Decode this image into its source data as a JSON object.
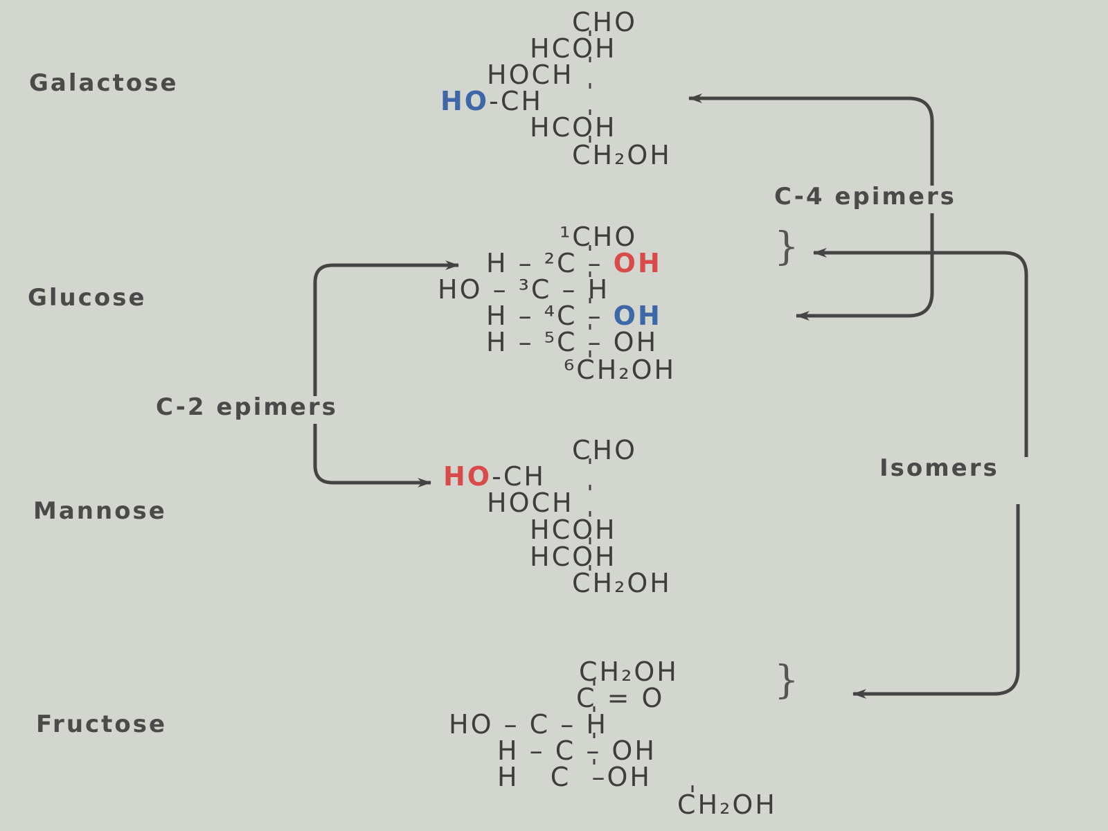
{
  "labels": {
    "galactose": "Galactose",
    "glucose": "Glucose",
    "mannose": "Mannose",
    "fructose": "Fructose",
    "c4_epimers": "C-4 epimers",
    "c2_epimers": "C-2 epimers",
    "isomers": "Isomers"
  },
  "galactose": {
    "rows": [
      "CHO",
      "HCOH",
      "HOCH",
      "-CH",
      "HCOH",
      "CH₂OH"
    ],
    "highlight": "HO"
  },
  "glucose": {
    "rows": [
      "¹CHO",
      "H – ²C –",
      "HO – ³C – H",
      "H – ⁴C –",
      "H – ⁵C – OH",
      "⁶CH₂OH"
    ],
    "highlight_c2": "OH",
    "highlight_c4": "OH"
  },
  "mannose": {
    "rows": [
      "CHO",
      "-CH",
      "HOCH",
      "HCOH",
      "HCOH",
      "CH₂OH"
    ],
    "highlight": "HO"
  },
  "fructose": {
    "rows": [
      "CH₂OH",
      "C = O",
      "HO – C – H",
      "H – C – OH",
      "H   C  –OH",
      "CH₂OH"
    ]
  },
  "colors": {
    "background": "#d3d6ce",
    "c4_highlight": "#3e67a8",
    "c2_highlight": "#d94a4a",
    "text": "#3d3d3d",
    "arrow": "#444444"
  }
}
